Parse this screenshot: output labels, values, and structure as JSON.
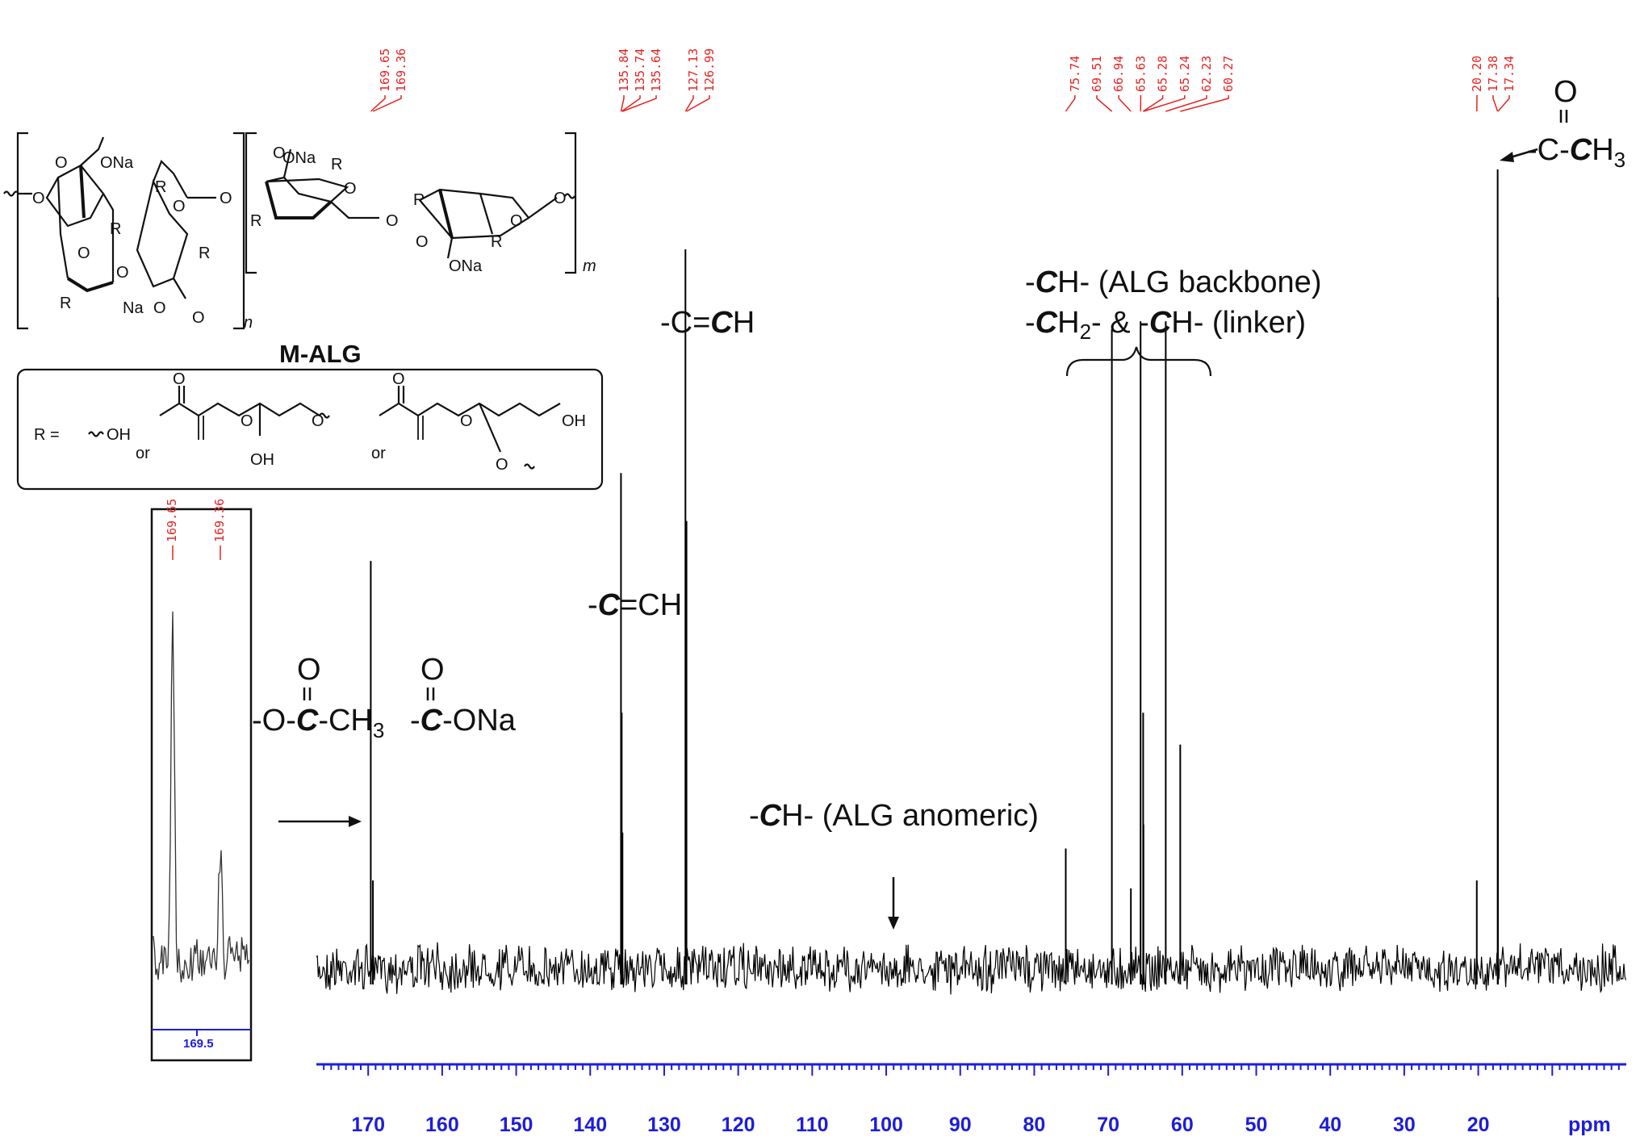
{
  "chart_data": {
    "type": "line",
    "xlabel": "ppm",
    "xlim": [
      177,
      0
    ],
    "x_ticks": [
      "170",
      "160",
      "150",
      "140",
      "130",
      "120",
      "110",
      "100",
      "90",
      "80",
      "70",
      "60",
      "50",
      "40",
      "30",
      "20"
    ],
    "peak_labels": [
      "169.65",
      "169.36",
      "135.84",
      "135.74",
      "135.64",
      "127.13",
      "126.99",
      "75.74",
      "69.51",
      "66.94",
      "65.63",
      "65.28",
      "65.24",
      "62.23",
      "60.27",
      "20.20",
      "17.38",
      "17.34"
    ],
    "peaks": [
      {
        "ppm": 169.65,
        "height": 0.51
      },
      {
        "ppm": 169.36,
        "height": 0.11
      },
      {
        "ppm": 135.84,
        "height": 0.62
      },
      {
        "ppm": 135.74,
        "height": 0.32
      },
      {
        "ppm": 135.64,
        "height": 0.17
      },
      {
        "ppm": 127.13,
        "height": 0.9
      },
      {
        "ppm": 126.99,
        "height": 0.56
      },
      {
        "ppm": 75.74,
        "height": 0.15
      },
      {
        "ppm": 69.51,
        "height": 0.8
      },
      {
        "ppm": 66.94,
        "height": 0.1
      },
      {
        "ppm": 65.63,
        "height": 0.81
      },
      {
        "ppm": 65.28,
        "height": 0.32
      },
      {
        "ppm": 65.24,
        "height": 0.18
      },
      {
        "ppm": 62.23,
        "height": 0.81
      },
      {
        "ppm": 60.27,
        "height": 0.28
      },
      {
        "ppm": 20.2,
        "height": 0.11
      },
      {
        "ppm": 17.38,
        "height": 1.0
      },
      {
        "ppm": 17.34,
        "height": 0.84
      }
    ],
    "inset": {
      "tick_label": "169.5",
      "peak_labels": [
        "169.65",
        "169.36"
      ]
    }
  },
  "annotations": {
    "methyl_top": "O",
    "methyl_main": "-C-",
    "methyl_bold": "C",
    "methyl_rest": "H",
    "methyl_sub": "3",
    "backbone_1": "-CH- (ALG backbone)",
    "linker": "-CH2- & -CH- (linker)",
    "vinyl_ch": "-C=CH",
    "vinyl_c": "-C=CH",
    "ester_o": "O",
    "ester": "-O-C-CH3",
    "carboxylate_o": "O",
    "carboxylate": "-C-ONa",
    "anomeric": "-CH- (ALG anomeric)"
  },
  "structure": {
    "name": "M-ALG",
    "r_label": "R =",
    "oh": "OH",
    "or": "or",
    "ona": "ONa",
    "na": "Na",
    "o": "O",
    "r": "R",
    "n": "n",
    "m": "m"
  }
}
